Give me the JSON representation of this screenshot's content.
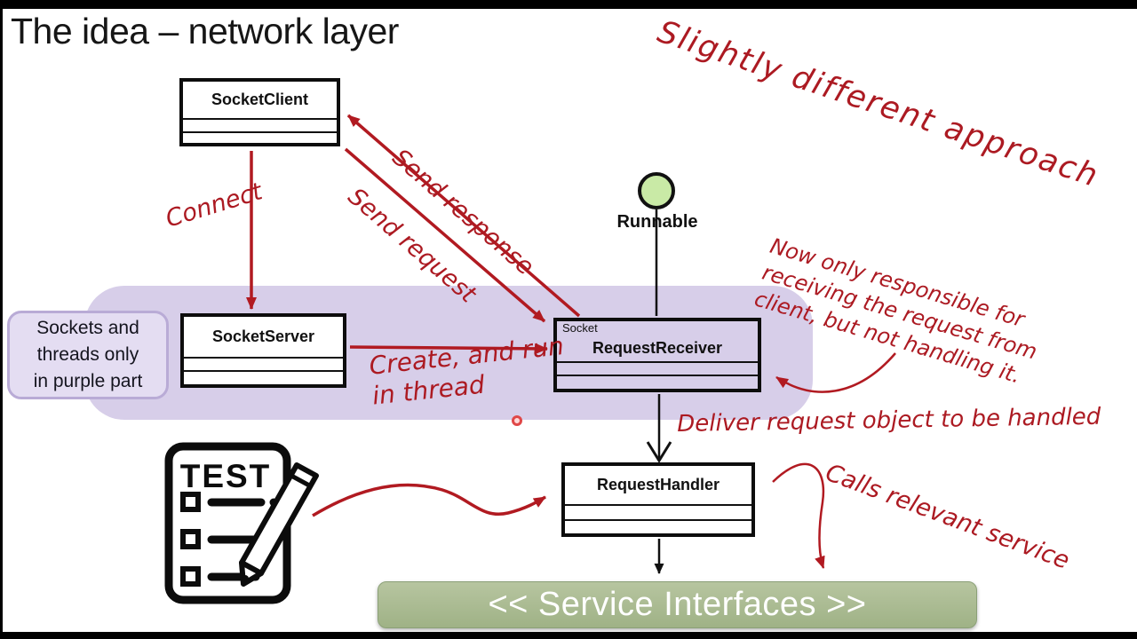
{
  "slide": {
    "title": "The idea – network layer",
    "handwritten_headline": "Slightly different approach"
  },
  "diagram": {
    "classes": [
      {
        "name": "SocketClient"
      },
      {
        "name": "SocketServer"
      },
      {
        "stereotype": "Socket",
        "name": "RequestReceiver"
      },
      {
        "name": "RequestHandler"
      }
    ],
    "interface": {
      "name": "Runnable"
    },
    "service_box": {
      "label": "<< Service Interfaces >>"
    },
    "note": {
      "lines": [
        "Sockets and",
        "threads only",
        "in purple part"
      ]
    },
    "edge_labels": {
      "connect": "Connect",
      "send_response": "Send response",
      "send_request": "Send request",
      "create_run": {
        "lines": [
          "Create, and run",
          "in thread"
        ]
      },
      "deliver": "Deliver request object to be handled",
      "receiver_note": {
        "lines": [
          "Now only responsible for",
          "receiving the request from",
          "client, but not handling it."
        ]
      },
      "calls_service": "Calls relevant service"
    },
    "test_icon_label": "TEST"
  },
  "colors": {
    "annotation_red": "#b11a21",
    "panel_purple": "#d7cee9",
    "note_fill": "#e4ddf2",
    "note_border": "#b9abd6",
    "runnable_green": "#c9eaa6",
    "service_green": "#a8b98e",
    "service_text": "#ffffff"
  }
}
